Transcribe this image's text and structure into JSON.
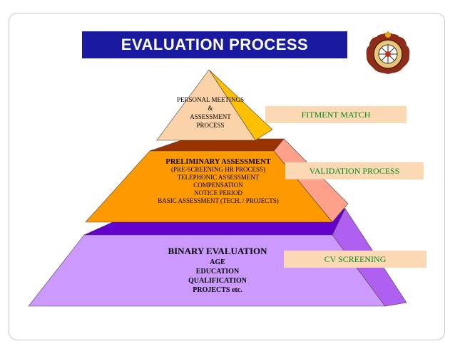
{
  "title": "EVALUATION PROCESS",
  "colors": {
    "title_bg": "#1a1aa0",
    "top_front": "#fcd2a8",
    "top_side": "#ffc000",
    "middle_front": "#ff9900",
    "middle_side": "#ffa08a",
    "middle_top": "#993300",
    "bottom_front": "#cc99ff",
    "bottom_side": "#b060f0",
    "bottom_top": "#6600cc",
    "label_bg": "#fcd9b4",
    "label_text": "#008a1a"
  },
  "tiers": [
    {
      "lines": [
        "PERSONAL MEETINGS",
        "&",
        "ASSESSMENT",
        "PROCESS"
      ],
      "label": "FITMENT MATCH"
    },
    {
      "lines": [
        "PRELIMINARY ASSESSMENT",
        "(PRE-SCREENING HR PROCESS)",
        "TELEPHONIC ASSESSMENT",
        "COMPENSATION",
        "NOTICE PERIOD",
        "BASIC ASSESSMENT (TECH. / PROJECTS)"
      ],
      "label": "VALIDATION PROCESS"
    },
    {
      "lines": [
        "BINARY EVALUATION",
        "AGE",
        "EDUCATION",
        "QUALIFICATION",
        "PROJECTS etc."
      ],
      "label": "CV SCREENING"
    }
  ],
  "emblem_icon": "dharma-wheel-seal-icon"
}
